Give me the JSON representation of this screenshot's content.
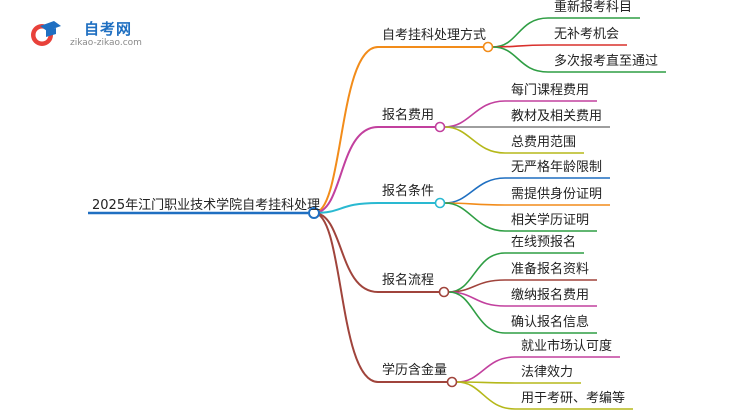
{
  "logo": {
    "title": "自考网",
    "url": "zikao-zikao.com",
    "icon": "graduation-cap-icon"
  },
  "root": "2025年江门职业技术学院自考挂科处理",
  "branches": [
    {
      "label": "自考挂科处理方式",
      "color": "#f28c1a",
      "children": [
        {
          "label": "重新报考科目",
          "color": "#2f9e44"
        },
        {
          "label": "无补考机会",
          "color": "#d9302c"
        },
        {
          "label": "多次报考直至通过",
          "color": "#2f9e44"
        }
      ]
    },
    {
      "label": "报名费用",
      "color": "#c2409e",
      "children": [
        {
          "label": "每门课程费用",
          "color": "#c2409e"
        },
        {
          "label": "教材及相关费用",
          "color": "#7f7f7f"
        },
        {
          "label": "总费用范围",
          "color": "#b5b81a"
        }
      ]
    },
    {
      "label": "报名条件",
      "color": "#2ab9d1",
      "children": [
        {
          "label": "无严格年龄限制",
          "color": "#1f6fc1"
        },
        {
          "label": "需提供身份证明",
          "color": "#f28c1a"
        },
        {
          "label": "相关学历证明",
          "color": "#2f9e44"
        }
      ]
    },
    {
      "label": "报名流程",
      "color": "#a0443c",
      "children": [
        {
          "label": "在线预报名",
          "color": "#2f9e44"
        },
        {
          "label": "准备报名资料",
          "color": "#a0443c"
        },
        {
          "label": "缴纳报名费用",
          "color": "#c2409e"
        },
        {
          "label": "确认报名信息",
          "color": "#2f9e44"
        }
      ]
    },
    {
      "label": "学历含金量",
      "color": "#a0443c",
      "children": [
        {
          "label": "就业市场认可度",
          "color": "#c2409e"
        },
        {
          "label": "法律效力",
          "color": "#b5b81a"
        },
        {
          "label": "用于考研、考编等",
          "color": "#b5b81a"
        }
      ]
    }
  ]
}
